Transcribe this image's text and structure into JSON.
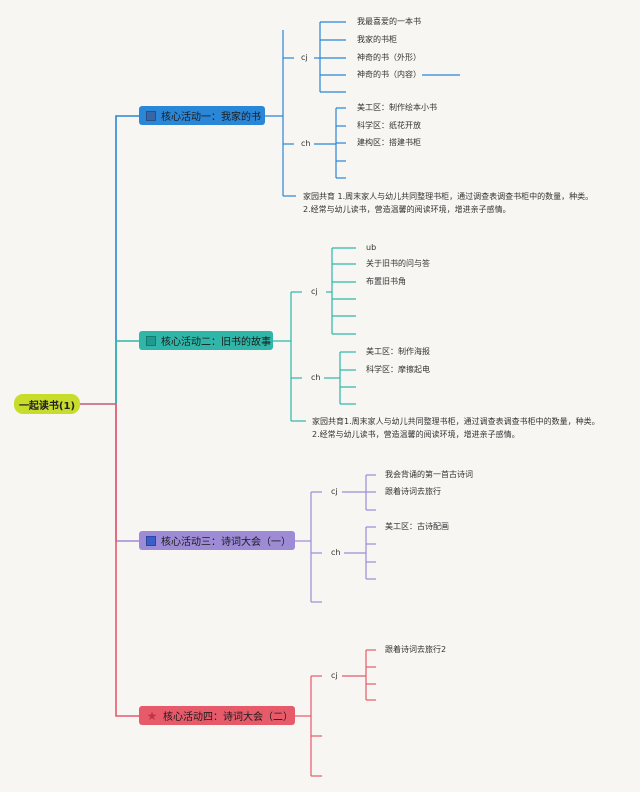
{
  "colors": {
    "background": "#f7f6f3",
    "root": "#c8dc2c",
    "branch_blue": "#2a86d6",
    "branch_teal": "#2fb6a8",
    "branch_purple": "#9d8bd6",
    "branch_red": "#e65a6a"
  },
  "root": {
    "label": "一起读书(1)"
  },
  "branches": [
    {
      "label": "核心活动一：我家的书",
      "icon": "image-icon",
      "cj": {
        "label": "cj",
        "items": [
          "我最喜爱的一本书",
          "我家的书柜",
          "神奇的书（外形）",
          "神奇的书（内容）"
        ]
      },
      "ch": {
        "label": "ch",
        "items": [
          "美工区：制作绘本小书",
          "科学区：纸花开放",
          "建构区：搭建书柜"
        ]
      },
      "home": "家园共育 1.周末家人与幼儿共同整理书柜，通过调查表调查书柜中的数量，种类。 2.经常与幼儿读书，营造温馨的阅读环境，增进亲子感情。"
    },
    {
      "label": "核心活动二：旧书的故事",
      "icon": "image-icon",
      "cj": {
        "label": "cj",
        "items": [
          "ub",
          "关于旧书的问与答",
          "布置旧书角"
        ]
      },
      "ch": {
        "label": "ch",
        "items": [
          "美工区：制作海报",
          "科学区：摩擦起电"
        ]
      },
      "home": "家园共育1.周末家人与幼儿共同整理书柜，通过调查表调查书柜中的数量，种类。 2.经常与幼儿读书，营造温馨的阅读环境，增进亲子感情。"
    },
    {
      "label": "核心活动三：诗词大会（一）",
      "icon": "image-icon",
      "cj": {
        "label": "cj",
        "items": [
          "我会背诵的第一首古诗词",
          "跟着诗词去旅行"
        ]
      },
      "ch": {
        "label": "ch",
        "items": [
          "美工区：古诗配画"
        ]
      }
    },
    {
      "label": "核心活动四：诗词大会（二）",
      "icon": "star-icon",
      "cj": {
        "label": "cj",
        "items": [
          "跟着诗词去旅行2"
        ]
      }
    }
  ]
}
